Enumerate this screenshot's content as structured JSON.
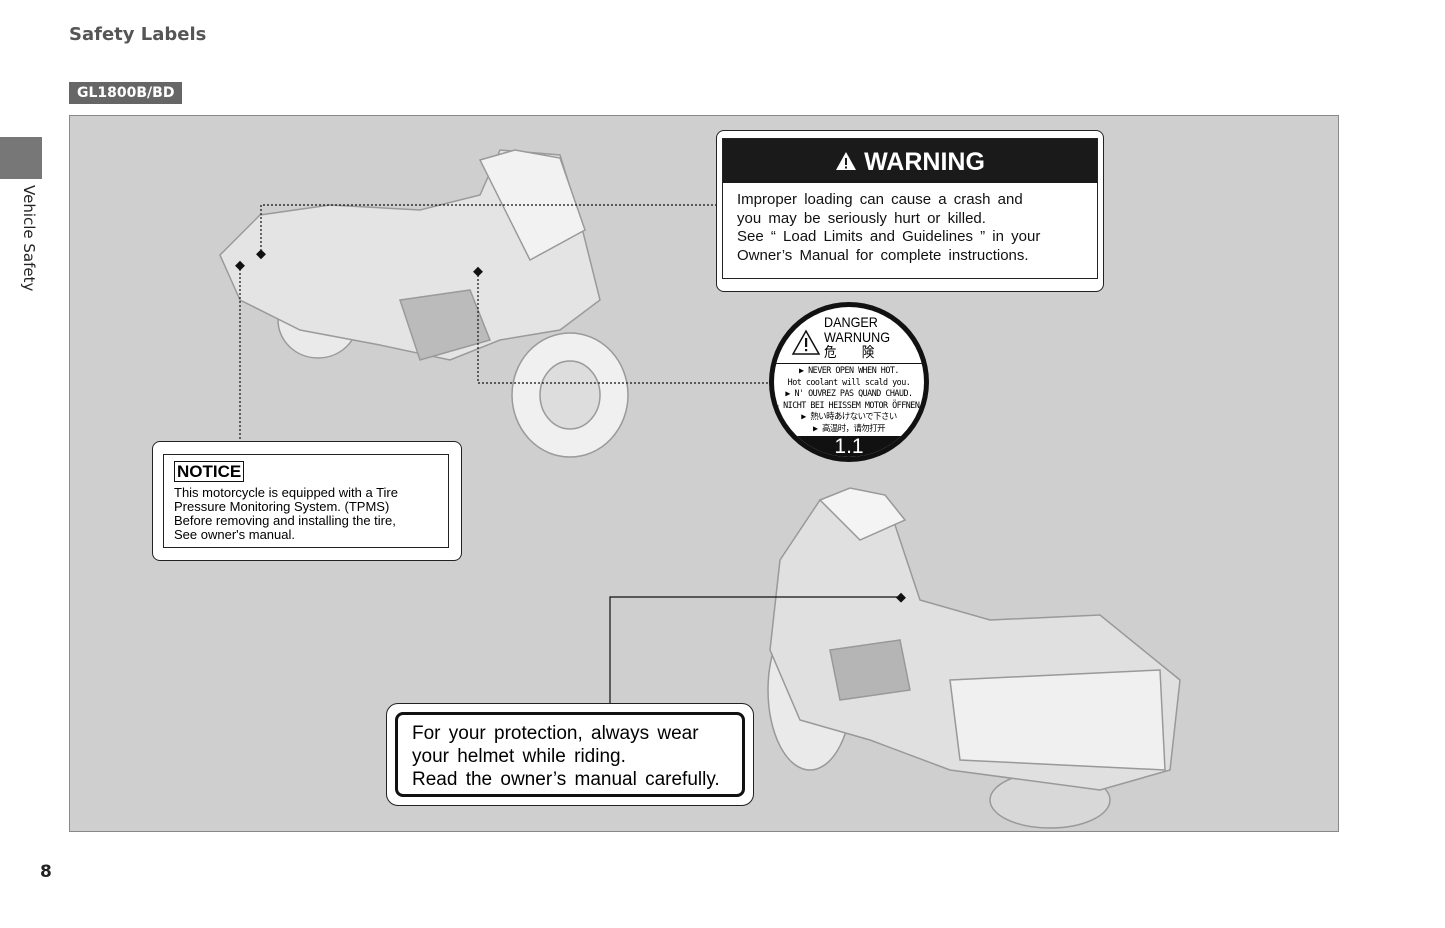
{
  "header": {
    "title": "Safety Labels",
    "model": "GL1800B/BD"
  },
  "side_tab": {
    "label": "Vehicle Safety"
  },
  "page_number": "8",
  "warning_label": {
    "heading": "WARNING",
    "icon": "warning-triangle-icon",
    "lines": [
      "Improper loading can cause a crash and",
      "you may be seriously hurt or killed.",
      "See “ Load Limits and Guidelines ” in your",
      "Owner’s Manual for complete instructions."
    ]
  },
  "danger_label": {
    "headings": [
      "DANGER",
      "WARNUNG",
      "危　　険"
    ],
    "icon": "warning-triangle-icon",
    "lines": [
      "▶ NEVER OPEN WHEN HOT.",
      "Hot coolant will scald you.",
      "▶ N' OUVREZ PAS QUAND CHAUD.",
      "▶ NICHT BEI HEISSEM MOTOR ÖFFNEN.",
      "▶ 熱い時あけないで下さい",
      "▶ 高温时，请勿打开"
    ],
    "number": "1.1"
  },
  "notice_label": {
    "tag": "NOTICE",
    "lines": [
      "This motorcycle is equipped with a Tire",
      "Pressure Monitoring System. (TPMS)",
      "Before removing and installing the tire,",
      "See owner's manual."
    ]
  },
  "helmet_label": {
    "lines": [
      "For your protection, always wear",
      "your helmet while riding.",
      "Read the owner’s manual carefully."
    ]
  }
}
